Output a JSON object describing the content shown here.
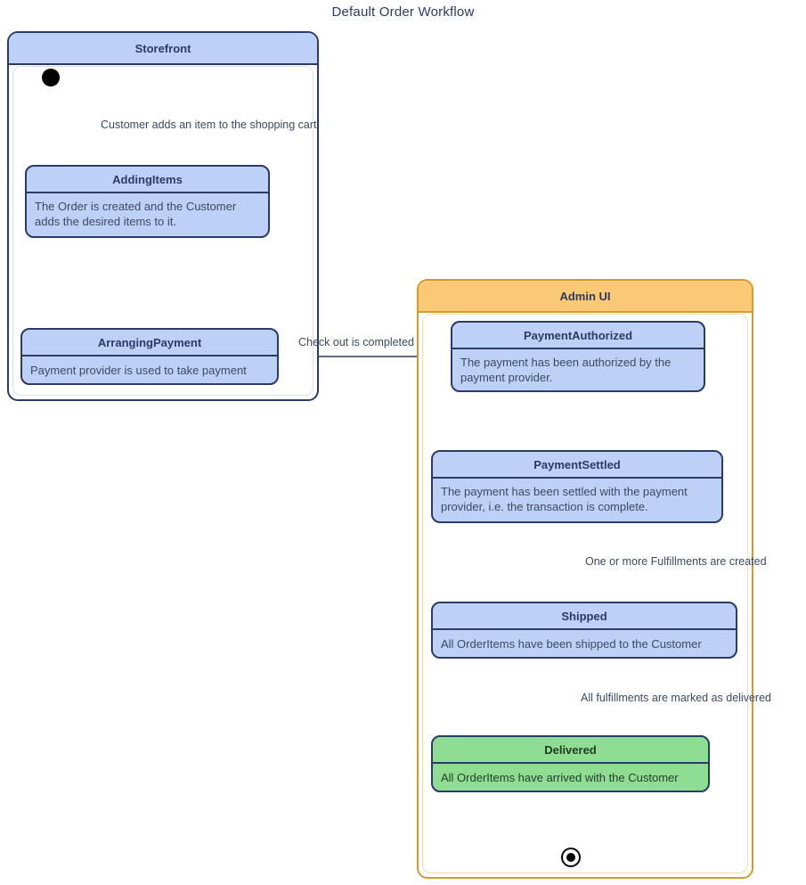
{
  "title": "Default Order Workflow",
  "colors": {
    "state_fill": "#bdd0f5",
    "state_border": "#2b3a67",
    "storefront_header": "#bdd0f5",
    "adminui_header": "#f9c975",
    "adminui_border": "#d99a2b",
    "final_state_fill": "#8fdc93",
    "text": "#3b4a63",
    "title_text": "#2b3a67"
  },
  "regions": {
    "storefront": {
      "label": "Storefront",
      "states": [
        {
          "name": "AddingItems",
          "description": "The Order is created and the Customer adds the desired items to it."
        },
        {
          "name": "ArrangingPayment",
          "description": "Payment provider is used to take payment"
        }
      ]
    },
    "adminui": {
      "label": "Admin UI",
      "states": [
        {
          "name": "PaymentAuthorized",
          "description": "The payment has been authorized by the payment provider."
        },
        {
          "name": "PaymentSettled",
          "description": "The payment has been settled with the payment provider, i.e. the transaction is complete."
        },
        {
          "name": "Shipped",
          "description": "All OrderItems have been shipped to the Customer"
        },
        {
          "name": "Delivered",
          "description": "All OrderItems have arrived with the Customer"
        }
      ]
    }
  },
  "transitions": [
    {
      "id": "t1",
      "from": "initial",
      "to": "AddingItems",
      "label": "Customer adds an item to the shopping cart"
    },
    {
      "id": "t2",
      "from": "AddingItems",
      "to": "ArrangingPayment",
      "label": ""
    },
    {
      "id": "t3",
      "from": "ArrangingPayment",
      "to": "PaymentAuthorized",
      "label": "Check out is completed"
    },
    {
      "id": "t4",
      "from": "PaymentAuthorized",
      "to": "PaymentSettled",
      "label": ""
    },
    {
      "id": "t5",
      "from": "PaymentSettled",
      "to": "Shipped",
      "label": "One or more Fulfillments are created"
    },
    {
      "id": "t6",
      "from": "Shipped",
      "to": "Delivered",
      "label": "All fulfillments are marked as delivered"
    },
    {
      "id": "t7",
      "from": "Delivered",
      "to": "final",
      "label": ""
    }
  ],
  "nodes": {
    "initial_label": "initial-state",
    "final_label": "final-state"
  }
}
